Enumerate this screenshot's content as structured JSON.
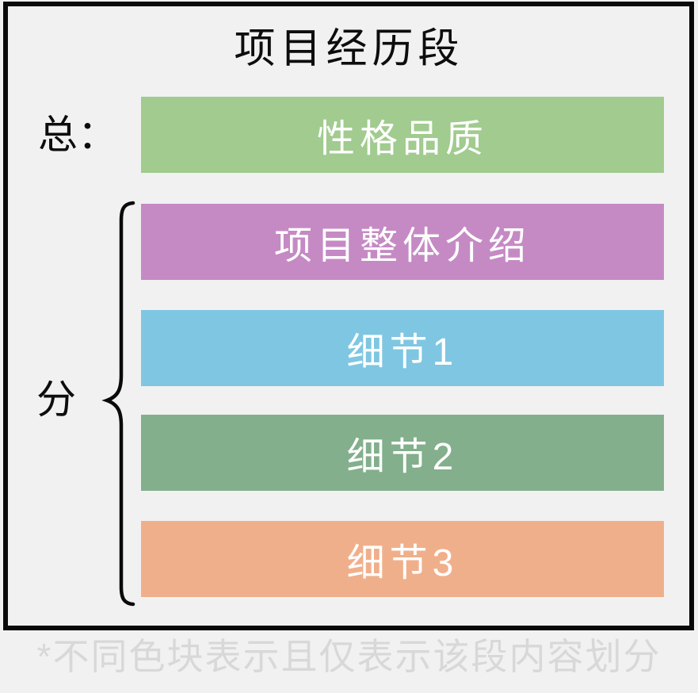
{
  "page": {
    "background_color": "#f1f1f1",
    "frame_border_color": "#0a0a0a"
  },
  "diagram": {
    "title": "项目经历段",
    "summary_label": "总：",
    "detail_label": "分",
    "blocks": [
      {
        "label": "性格品质",
        "color": "#a1cb8f",
        "group": "summary"
      },
      {
        "label": "项目整体介绍",
        "color": "#c58ac4",
        "group": "detail"
      },
      {
        "label": "细节1",
        "color": "#7fc6e2",
        "group": "detail"
      },
      {
        "label": "细节2",
        "color": "#83af8c",
        "group": "detail"
      },
      {
        "label": "细节3",
        "color": "#f0af8b",
        "group": "detail"
      }
    ],
    "block_text_color": "#ffffff",
    "footnote": "*不同色块表示且仅表示该段内容划分",
    "footnote_color": "#d8d8d8"
  }
}
